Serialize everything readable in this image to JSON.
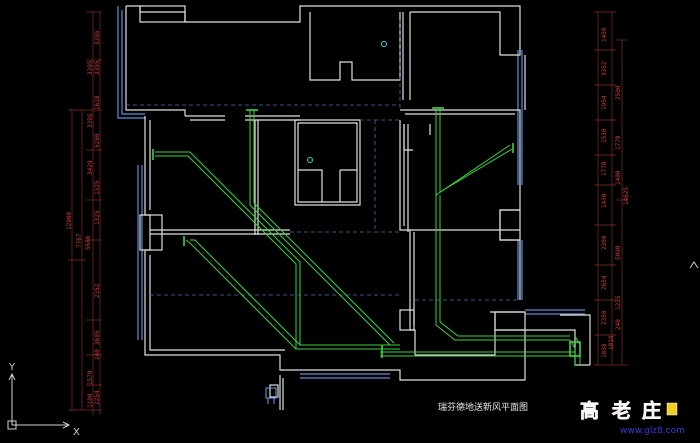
{
  "title": "瑞芬德地送新风平面图",
  "axis": {
    "y_label": "Y",
    "x_label": "X"
  },
  "dimensions": {
    "left_outer": [
      "3395",
      "3395",
      "3429"
    ],
    "left_inner_upper": [
      "3395",
      "3395",
      "1618",
      "5280",
      "1325",
      "1325"
    ],
    "left_total": "12900",
    "left_mid": [
      "7767",
      "5686"
    ],
    "left_inner_lower": [
      "2352",
      "3695",
      "240",
      "1570",
      "2254",
      "1100"
    ],
    "right_inner": [
      "1450",
      "3352",
      "1954",
      "1530",
      "1778",
      "1430",
      "2360",
      "2654",
      "2350",
      "1838"
    ],
    "right_total": "14625",
    "right_outer": [
      "2500",
      "1770",
      "1400",
      "1818",
      "5090",
      "1235",
      "240"
    ]
  },
  "watermark": {
    "chars": [
      "高",
      "老",
      "庄"
    ],
    "url": "www.glz8.com"
  },
  "colors": {
    "background": "#000000",
    "wall": "#e0e0e0",
    "window": "#5a8fd8",
    "duct": "#3ad43a",
    "dimension": "#d23a3a",
    "dim_line": "#8a2a2a"
  }
}
